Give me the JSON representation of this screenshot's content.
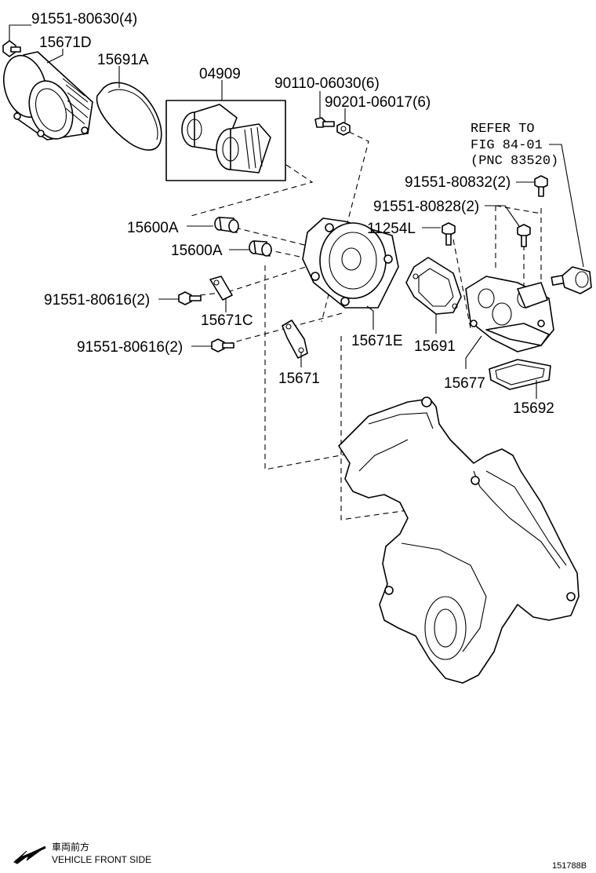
{
  "labels": {
    "p_91551_80630": "91551-80630(4)",
    "p_15671D": "15671D",
    "p_15691A": "15691A",
    "p_04909": "04909",
    "p_90110_06030": "90110-06030(6)",
    "p_90201_06017": "90201-06017(6)",
    "refer_line1": "REFER TO",
    "refer_line2": "FIG 84-01",
    "refer_line3": "(PNC 83520)",
    "p_91551_80832": "91551-80832(2)",
    "p_91551_80828": "91551-80828(2)",
    "p_15600A_1": "15600A",
    "p_15600A_2": "15600A",
    "p_11254L": "11254L",
    "p_91551_80616_1": "91551-80616(2)",
    "p_15671C": "15671C",
    "p_15671E": "15671E",
    "p_15691": "15691",
    "p_91551_80616_2": "91551-80616(2)",
    "p_15671": "15671",
    "p_15677": "15677",
    "p_15692": "15692"
  },
  "footer": {
    "direction_jp": "車両前方",
    "direction_en": "VEHICLE FRONT SIDE",
    "figure_id": "151788B"
  },
  "icons": {
    "direction_arrow": "arrow-left-down-icon"
  }
}
